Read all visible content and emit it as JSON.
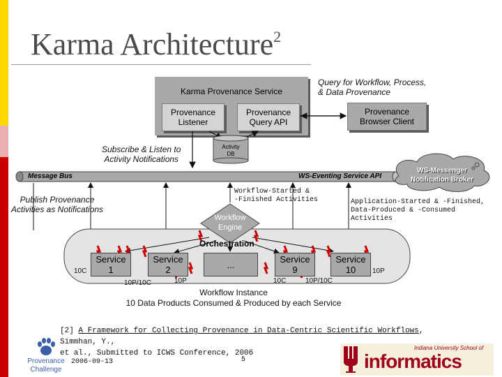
{
  "slide": {
    "title": "Karma Architecture",
    "title_superscript": "2",
    "page_number": "5",
    "date": "2006-09-13"
  },
  "diagram": {
    "karma_service_label": "Karma Provenance Service",
    "query_caption_line1": "Query for Workflow, Process,",
    "query_caption_line2": "& Data Provenance",
    "provenance_listener_line1": "Provenance",
    "provenance_listener_line2": "Listener",
    "provenance_query_api_line1": "Provenance",
    "provenance_query_api_line2": "Query API",
    "browser_client_line1": "Provenance",
    "browser_client_line2": "Browser Client",
    "activity_db_line1": "Activity",
    "activity_db_line2": "DB",
    "subscribe_line1": "Subscribe & Listen to",
    "subscribe_line2": "Activity Notifications",
    "message_bus_label": "Message Bus",
    "ws_eventing_label": "WS-Eventing Service API",
    "ws_messenger_line1": "WS-Messenger",
    "ws_messenger_line2": "Notification Broker",
    "workflow_started_line1": "Workflow-Started &",
    "workflow_started_line2": "-Finished Activities",
    "publish_line1": "Publish Provenance",
    "publish_line2": "Activities as Notifications",
    "application_started_line1": "Application-Started & -Finished,",
    "application_started_line2": "Data-Produced & -Consumed",
    "application_started_line3": "Activities",
    "workflow_engine_line1": "Workflow",
    "workflow_engine_line2": "Engine",
    "orchestration_label": "Orchestration",
    "services": [
      {
        "line1": "Service",
        "line2": "1"
      },
      {
        "line1": "Service",
        "line2": "2"
      },
      {
        "line1": "...",
        "line2": ""
      },
      {
        "line1": "Service",
        "line2": "9"
      },
      {
        "line1": "Service",
        "line2": "10"
      }
    ],
    "labels": {
      "s1_left": "10C",
      "s2_below_left": "10P/10C",
      "s2_below_right": "10P",
      "s9_below": "10C",
      "s9_below_right": "10P/10C",
      "s10_right": "10P"
    },
    "workflow_instance_line1": "Workflow Instance",
    "workflow_instance_line2": "10 Data Products Consumed & Produced by each Service"
  },
  "reference": {
    "prefix": "[2] ",
    "link_text": "A Framework for Collecting Provenance in Data-Centric Scientific Workflows",
    "suffix": ", Simmhan, Y.,",
    "line2": "et al., Submitted to ICWS Conference, 2006"
  },
  "footer": {
    "challenge_line1": "Provenance",
    "challenge_line2": "Challenge",
    "indiana_text": "Indiana University School of",
    "informatics_text": "informatics"
  },
  "colors": {
    "strip_top": "#ffd700",
    "strip_mid": "#e8a0a0",
    "strip_red": "#cc0000",
    "box_gray": "#a9a9a9",
    "arrow_red": "#cc0000",
    "logo_red": "#a0001a",
    "challenge_blue": "#3a5fa8"
  }
}
